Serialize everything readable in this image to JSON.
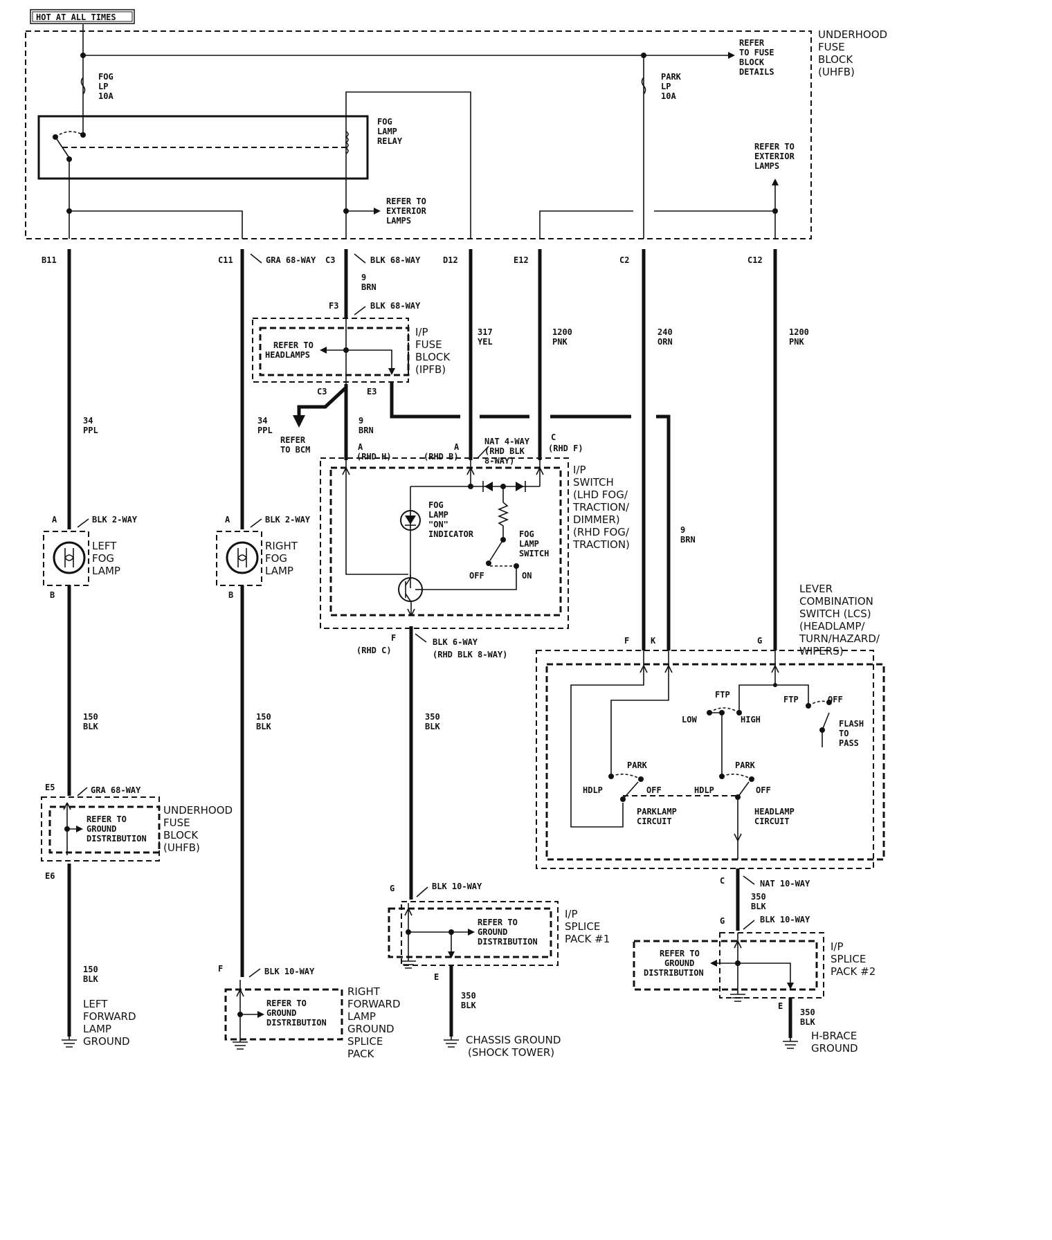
{
  "header": {
    "hot_label": "HOT AT ALL TIMES"
  },
  "uhfb": {
    "title": [
      "UNDERHOOD",
      "FUSE",
      "BLOCK",
      "(UHFB)"
    ],
    "fuse_block_ref": [
      "REFER",
      "TO FUSE",
      "BLOCK",
      "DETAILS"
    ],
    "fog_fuse": [
      "FOG",
      "LP",
      "10A"
    ],
    "park_fuse": [
      "PARK",
      "LP",
      "10A"
    ],
    "relay": [
      "FOG",
      "LAMP",
      "RELAY"
    ],
    "ext_lamps_1": [
      "REFER TO",
      "EXTERIOR",
      "LAMPS"
    ],
    "ext_lamps_2": [
      "REFER TO",
      "EXTERIOR",
      "LAMPS"
    ]
  },
  "connectors": {
    "b11": "B11",
    "c11": "C11",
    "gra68": "GRA 68-WAY",
    "c3": "C3",
    "blk68": "BLK 68-WAY",
    "d12": "D12",
    "e12": "E12",
    "c2": "C2",
    "c12": "C12",
    "f3": "F3",
    "blk68b": "BLK 68-WAY",
    "c3b": "C3",
    "e3": "E3",
    "a_left": "A",
    "blk2_left": "BLK 2-WAY",
    "b_left": "B",
    "a_right": "A",
    "blk2_right": "BLK 2-WAY",
    "b_right": "B",
    "sw_a": "A",
    "sw_rhd_h": "(RHD H)",
    "sw_a2": "A",
    "sw_rhd_b": "(RHD B)",
    "nat4": [
      "NAT 4-WAY",
      "(RHD BLK",
      "8-WAY)"
    ],
    "sw_c": "C",
    "sw_rhd_f": "(RHD F)",
    "sw_f": "F",
    "sw_rhd_c": "(RHD C)",
    "blk6": [
      "BLK 6-WAY",
      "(RHD BLK 8-WAY)"
    ],
    "e5": "E5",
    "gra68b": "GRA 68-WAY",
    "e6": "E6",
    "f_right": "F",
    "blk10_right": "BLK 10-WAY",
    "g_sp1": "G",
    "blk10_sp1": "BLK 10-WAY",
    "e_sp1": "E",
    "lcs_f": "F",
    "lcs_k": "K",
    "lcs_g": "G",
    "lcs_c": "C",
    "nat10": "NAT 10-WAY",
    "g_sp2": "G",
    "blk10_sp2": "BLK 10-WAY",
    "e_sp2": "E"
  },
  "wires": {
    "w9brn_top": [
      "9",
      "BRN"
    ],
    "w317": [
      "317",
      "YEL"
    ],
    "w1200a": [
      "1200",
      "PNK"
    ],
    "w240": [
      "240",
      "ORN"
    ],
    "w1200b": [
      "1200",
      "PNK"
    ],
    "w34a": [
      "34",
      "PPL"
    ],
    "w34b": [
      "34",
      "PPL"
    ],
    "w9brn_mid": [
      "9",
      "BRN"
    ],
    "w9brn_right": [
      "9",
      "BRN"
    ],
    "w150a": [
      "150",
      "BLK"
    ],
    "w150b": [
      "150",
      "BLK"
    ],
    "w350a": [
      "350",
      "BLK"
    ],
    "w150c": [
      "150",
      "BLK"
    ],
    "w350b": [
      "350",
      "BLK"
    ],
    "w350c": [
      "350",
      "BLK"
    ],
    "w350d": [
      "350",
      "BLK"
    ]
  },
  "ipfb": {
    "title": [
      "I/P",
      "FUSE",
      "BLOCK",
      "(IPFB)"
    ],
    "headlamps_ref": [
      "REFER TO",
      "HEADLAMPS"
    ],
    "bcm_ref": [
      "REFER",
      "TO BCM"
    ]
  },
  "ip_switch": {
    "title": [
      "I/P",
      "SWITCH",
      "(LHD FOG/",
      "TRACTION/",
      "DIMMER)",
      "(RHD FOG/",
      "TRACTION)"
    ],
    "indicator": [
      "FOG",
      "LAMP",
      "\"ON\"",
      "INDICATOR"
    ],
    "fog_switch": [
      "FOG",
      "LAMP",
      "SWITCH"
    ],
    "off": "OFF",
    "on": "ON"
  },
  "left_lamp": [
    "LEFT",
    "FOG",
    "LAMP"
  ],
  "right_lamp": [
    "RIGHT",
    "FOG",
    "LAMP"
  ],
  "uhfb2": {
    "title": [
      "UNDERHOOD",
      "FUSE",
      "BLOCK",
      "(UHFB)"
    ],
    "ref": [
      "REFER TO",
      "GROUND",
      "DISTRIBUTION"
    ]
  },
  "lcs": {
    "title": [
      "LEVER",
      "COMBINATION",
      "SWITCH (LCS)",
      "(HEADLAMP/",
      "TURN/HAZARD/",
      "WIPERS)"
    ],
    "ftp1": "FTP",
    "ftp2": "FTP",
    "off1": "OFF",
    "low": "LOW",
    "high": "HIGH",
    "flash": [
      "FLASH",
      "TO",
      "PASS"
    ],
    "park1": "PARK",
    "park2": "PARK",
    "hdlp1": "HDLP",
    "off2": "OFF",
    "hdlp2": "HDLP",
    "off3": "OFF",
    "parklamp": [
      "PARKLAMP",
      "CIRCUIT"
    ],
    "headlamp": [
      "HEADLAMP",
      "CIRCUIT"
    ]
  },
  "splice1": {
    "title": [
      "I/P",
      "SPLICE",
      "PACK #1"
    ],
    "ref": [
      "REFER TO",
      "GROUND",
      "DISTRIBUTION"
    ]
  },
  "splice2": {
    "title": [
      "I/P",
      "SPLICE",
      "PACK #2"
    ],
    "ref": [
      "REFER TO",
      "GROUND",
      "DISTRIBUTION"
    ]
  },
  "right_splice": {
    "title": [
      "RIGHT",
      "FORWARD",
      "LAMP",
      "GROUND",
      "SPLICE",
      "PACK"
    ],
    "ref": [
      "REFER TO",
      "GROUND",
      "DISTRIBUTION"
    ]
  },
  "grounds": {
    "left": [
      "LEFT",
      "FORWARD",
      "LAMP",
      "GROUND"
    ],
    "chassis": [
      "CHASSIS GROUND",
      "(SHOCK TOWER)"
    ],
    "hbrace": [
      "H-BRACE",
      "GROUND"
    ]
  }
}
